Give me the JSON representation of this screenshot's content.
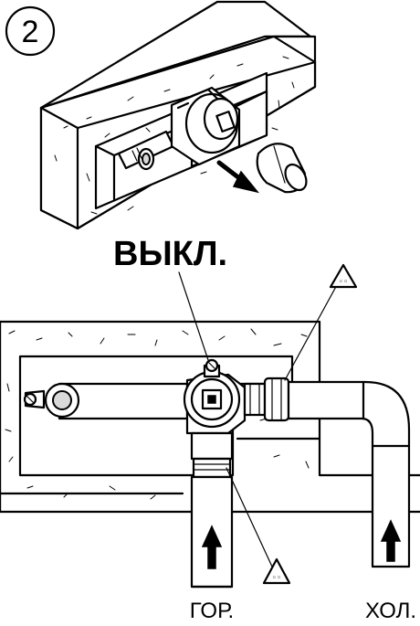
{
  "step": {
    "number": "2"
  },
  "labels": {
    "off": "ВЫКЛ.",
    "hot": "ГОР.",
    "cold": "ХОЛ."
  },
  "warning_icon": {
    "name": "drip-warning-icon",
    "glyph": "◦◦"
  },
  "flow_direction_icon": "up-arrow-icon",
  "removal_direction_icon": "diagonal-arrow-icon"
}
